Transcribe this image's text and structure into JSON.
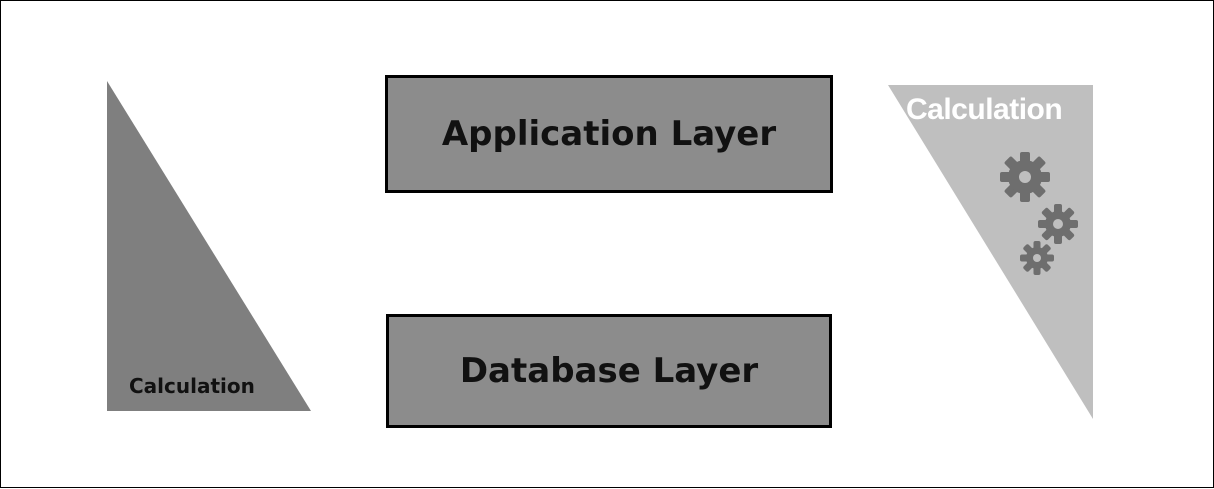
{
  "diagram": {
    "left_triangle": {
      "label": "Calculation",
      "color": "#7f7f7f"
    },
    "right_triangle": {
      "label": "Calculation",
      "color": "#bfbfbf",
      "icon": "gears-icon"
    },
    "application_layer": {
      "label": "Application Layer"
    },
    "database_layer": {
      "label": "Database Layer"
    },
    "box_color": "#8c8c8c",
    "gear_color": "#6e6e6e"
  }
}
